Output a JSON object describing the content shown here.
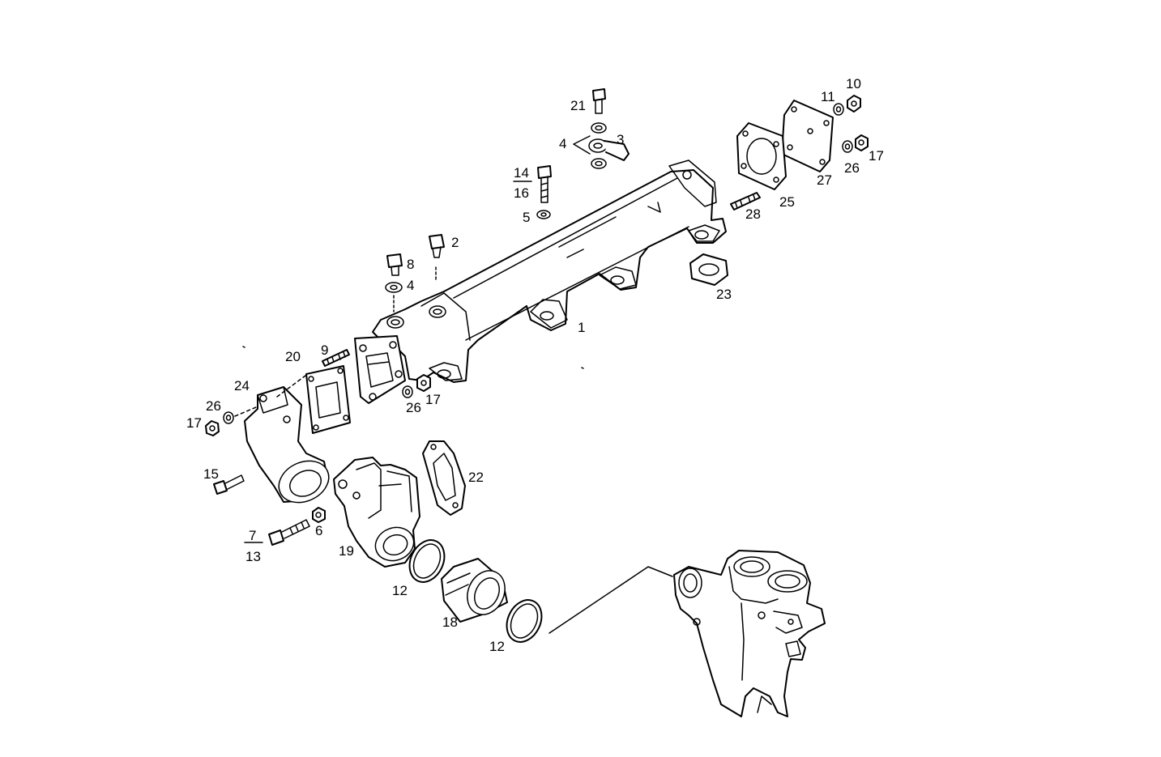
{
  "diagram": {
    "callouts": [
      {
        "id": "c1",
        "text": "1"
      },
      {
        "id": "c2",
        "text": "2"
      },
      {
        "id": "c3",
        "text": "3"
      },
      {
        "id": "c4a",
        "text": "4"
      },
      {
        "id": "c4b",
        "text": "4"
      },
      {
        "id": "c5",
        "text": "5"
      },
      {
        "id": "c6",
        "text": "6"
      },
      {
        "id": "c7",
        "text": "7"
      },
      {
        "id": "c13",
        "text": "13"
      },
      {
        "id": "c8",
        "text": "8"
      },
      {
        "id": "c9",
        "text": "9"
      },
      {
        "id": "c10",
        "text": "10"
      },
      {
        "id": "c11",
        "text": "11"
      },
      {
        "id": "c12a",
        "text": "12"
      },
      {
        "id": "c12b",
        "text": "12"
      },
      {
        "id": "c14",
        "text": "14"
      },
      {
        "id": "c16",
        "text": "16"
      },
      {
        "id": "c15",
        "text": "15"
      },
      {
        "id": "c17a",
        "text": "17"
      },
      {
        "id": "c17b",
        "text": "17"
      },
      {
        "id": "c17c",
        "text": "17"
      },
      {
        "id": "c18",
        "text": "18"
      },
      {
        "id": "c19",
        "text": "19"
      },
      {
        "id": "c20",
        "text": "20"
      },
      {
        "id": "c21",
        "text": "21"
      },
      {
        "id": "c22",
        "text": "22"
      },
      {
        "id": "c23",
        "text": "23"
      },
      {
        "id": "c24",
        "text": "24"
      },
      {
        "id": "c25",
        "text": "25"
      },
      {
        "id": "c26a",
        "text": "26"
      },
      {
        "id": "c26b",
        "text": "26"
      },
      {
        "id": "c26c",
        "text": "26"
      },
      {
        "id": "c27",
        "text": "27"
      },
      {
        "id": "c28",
        "text": "28"
      }
    ]
  }
}
